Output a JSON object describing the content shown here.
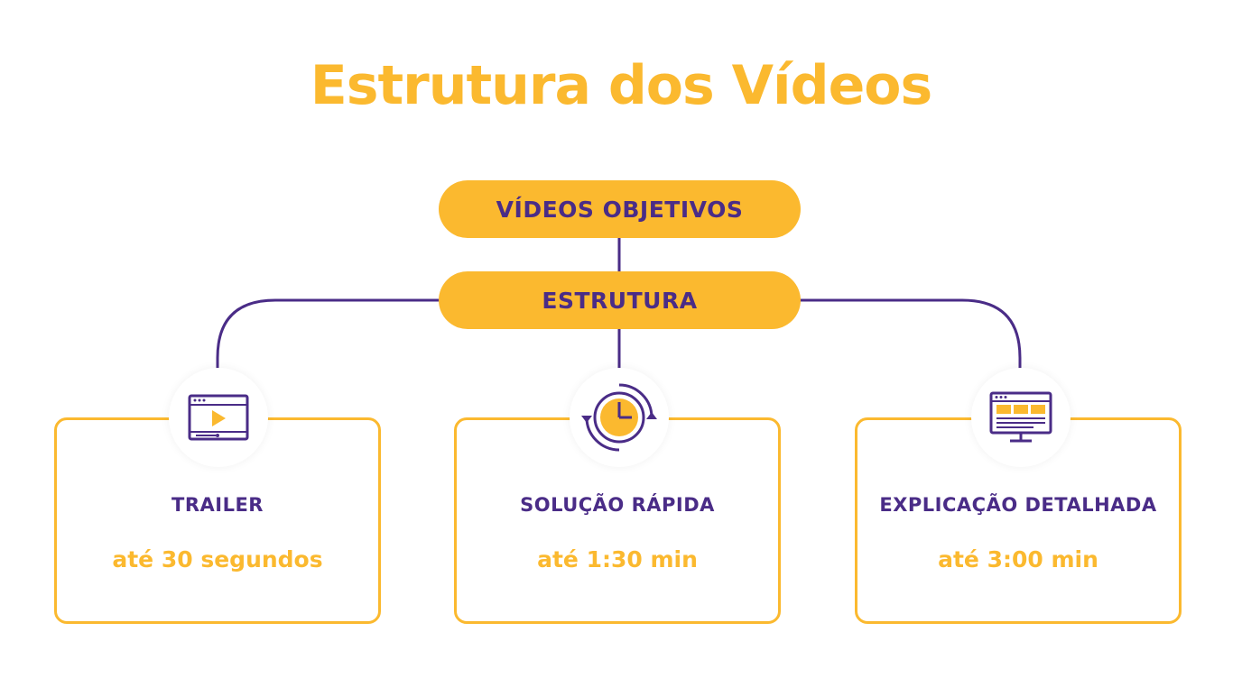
{
  "title": "Estrutura dos Vídeos",
  "top_node": "VÍDEOS OBJETIVOS",
  "middle_node": "ESTRUTURA",
  "branches": [
    {
      "label": "TRAILER",
      "duration": "até 30 segundos",
      "icon": "video-player-icon"
    },
    {
      "label": "SOLUÇÃO RÁPIDA",
      "duration": "até 1:30 min",
      "icon": "clock-icon"
    },
    {
      "label": "EXPLICAÇÃO DETALHADA",
      "duration": "até 3:00 min",
      "icon": "monitor-icon"
    }
  ],
  "colors": {
    "accent": "#fbb92f",
    "primary": "#4a2c87",
    "background": "#ffffff"
  }
}
